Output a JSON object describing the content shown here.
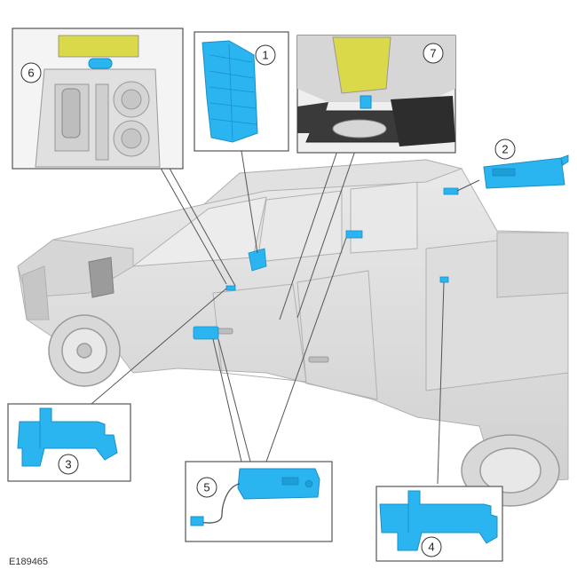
{
  "figure_code": "E189465",
  "callouts": [
    "1",
    "2",
    "3",
    "4",
    "5",
    "6",
    "7"
  ],
  "colors": {
    "component": "#2ab4f0",
    "component_dark": "#1790c9",
    "yellow": "#d9d94a",
    "vehicle_line": "#9a9a9a",
    "vehicle_fill": "#d4d4d4",
    "box_border": "#555555"
  }
}
